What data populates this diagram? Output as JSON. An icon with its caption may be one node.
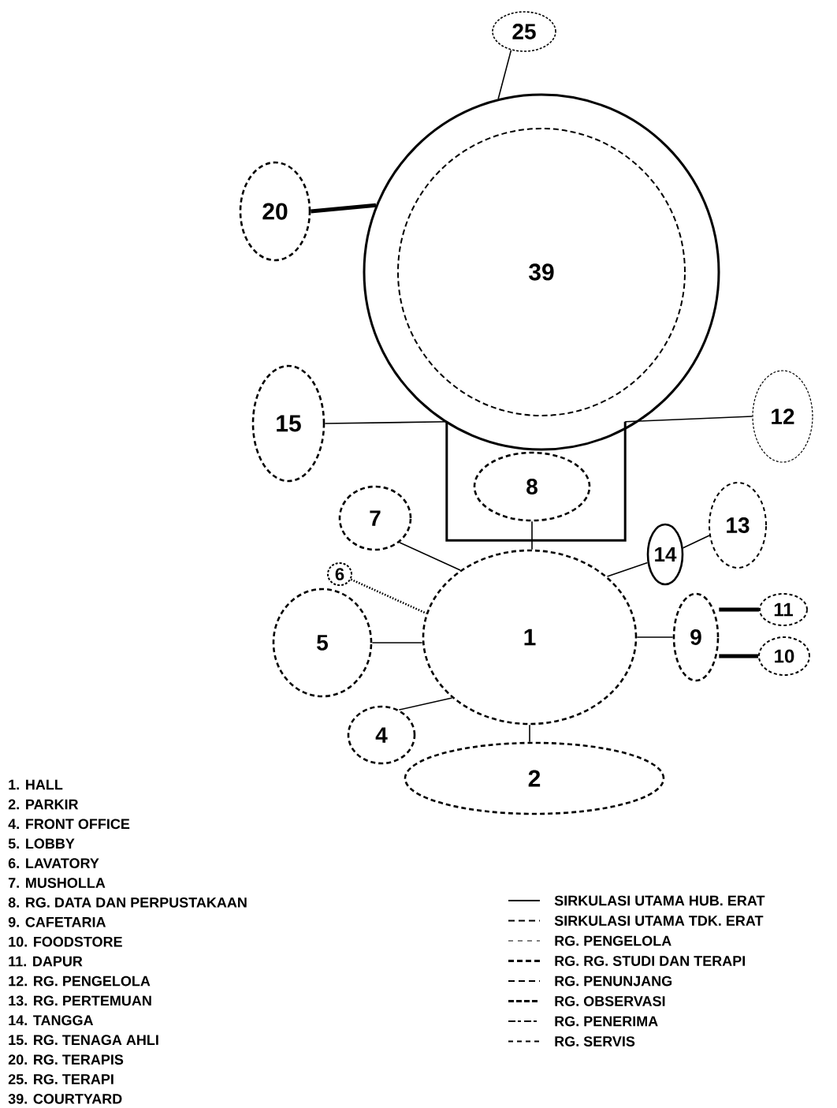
{
  "diagram": {
    "nodes": [
      {
        "text": [],
        "shape": "circle"
      },
      {
        "text": [
          "39"
        ],
        "in": 0
      },
      {
        "text": [
          "25"
        ]
      },
      {
        "text": [
          "20"
        ]
      },
      {
        "text": [
          "15"
        ]
      },
      {
        "text": [
          "12"
        ]
      },
      {
        "text": [],
        "shape": "box"
      },
      {
        "text": [
          "8"
        ],
        "in": 6
      },
      {
        "text": [
          "7"
        ]
      },
      {
        "text": [
          "13"
        ]
      },
      {
        "text": [
          "14"
        ]
      },
      {
        "text": [
          "6"
        ]
      },
      {
        "text": [
          "1"
        ]
      },
      {
        "text": [
          "5"
        ]
      },
      {
        "text": [
          "9"
        ]
      },
      {
        "text": [
          "11"
        ]
      },
      {
        "text": [
          "10"
        ]
      },
      {
        "text": [
          "4"
        ]
      },
      {
        "text": [
          "2"
        ]
      }
    ],
    "edges": [
      {
        "from": 2,
        "to": 0,
        "arrow": "none"
      },
      {
        "from": 3,
        "to": 0,
        "arrow": "none",
        "style": "thick"
      },
      {
        "from": 4,
        "to": 6,
        "arrow": "none"
      },
      {
        "from": 5,
        "to": 6,
        "arrow": "none"
      },
      {
        "from": 7,
        "to": 12,
        "arrow": "none"
      },
      {
        "from": 8,
        "to": 12,
        "arrow": "none"
      },
      {
        "from": 9,
        "to": 10,
        "arrow": "none"
      },
      {
        "from": 10,
        "to": 12,
        "arrow": "none"
      },
      {
        "from": 11,
        "to": 12,
        "arrow": "none",
        "style": "dashed"
      },
      {
        "from": 13,
        "to": 12,
        "arrow": "none"
      },
      {
        "from": 12,
        "to": 14,
        "arrow": "none"
      },
      {
        "from": 14,
        "to": 15,
        "arrow": "none",
        "style": "thick"
      },
      {
        "from": 14,
        "to": 16,
        "arrow": "none",
        "style": "thick"
      },
      {
        "from": 17,
        "to": 12,
        "arrow": "none"
      },
      {
        "from": 12,
        "to": 18,
        "arrow": "none"
      }
    ],
    "labels": [
      "1. HALL",
      "2. PARKIR",
      "4. FRONT OFFICE",
      "5. LOBBY",
      "6. LAVATORY",
      "7. MUSHOLLA",
      "8. RG. DATA DAN PERPUSTAKAAN",
      "9. CAFETARIA",
      "10. FOODSTORE",
      "11. DAPUR",
      "12. RG. PENGELOLA",
      "13. RG. PERTEMUAN",
      "14. TANGGA",
      "15. RG. TENAGA AHLI",
      "20. RG. TERAPIS",
      "25. RG. TERAPI",
      "39. COURTYARD"
    ],
    "legend": [
      {
        "text": "SIRKULASI UTAMA HUB. ERAT"
      },
      {
        "text": "SIRKULASI UTAMA TDK. ERAT"
      },
      {
        "text": "RG. PENGELOLA"
      },
      {
        "text": "RG. RG. STUDI DAN TERAPI"
      },
      {
        "text": "RG. PENUNJANG"
      },
      {
        "text": "RG. OBSERVASI"
      },
      {
        "text": "RG. PENERIMA"
      },
      {
        "text": "RG. SERVIS"
      }
    ]
  }
}
